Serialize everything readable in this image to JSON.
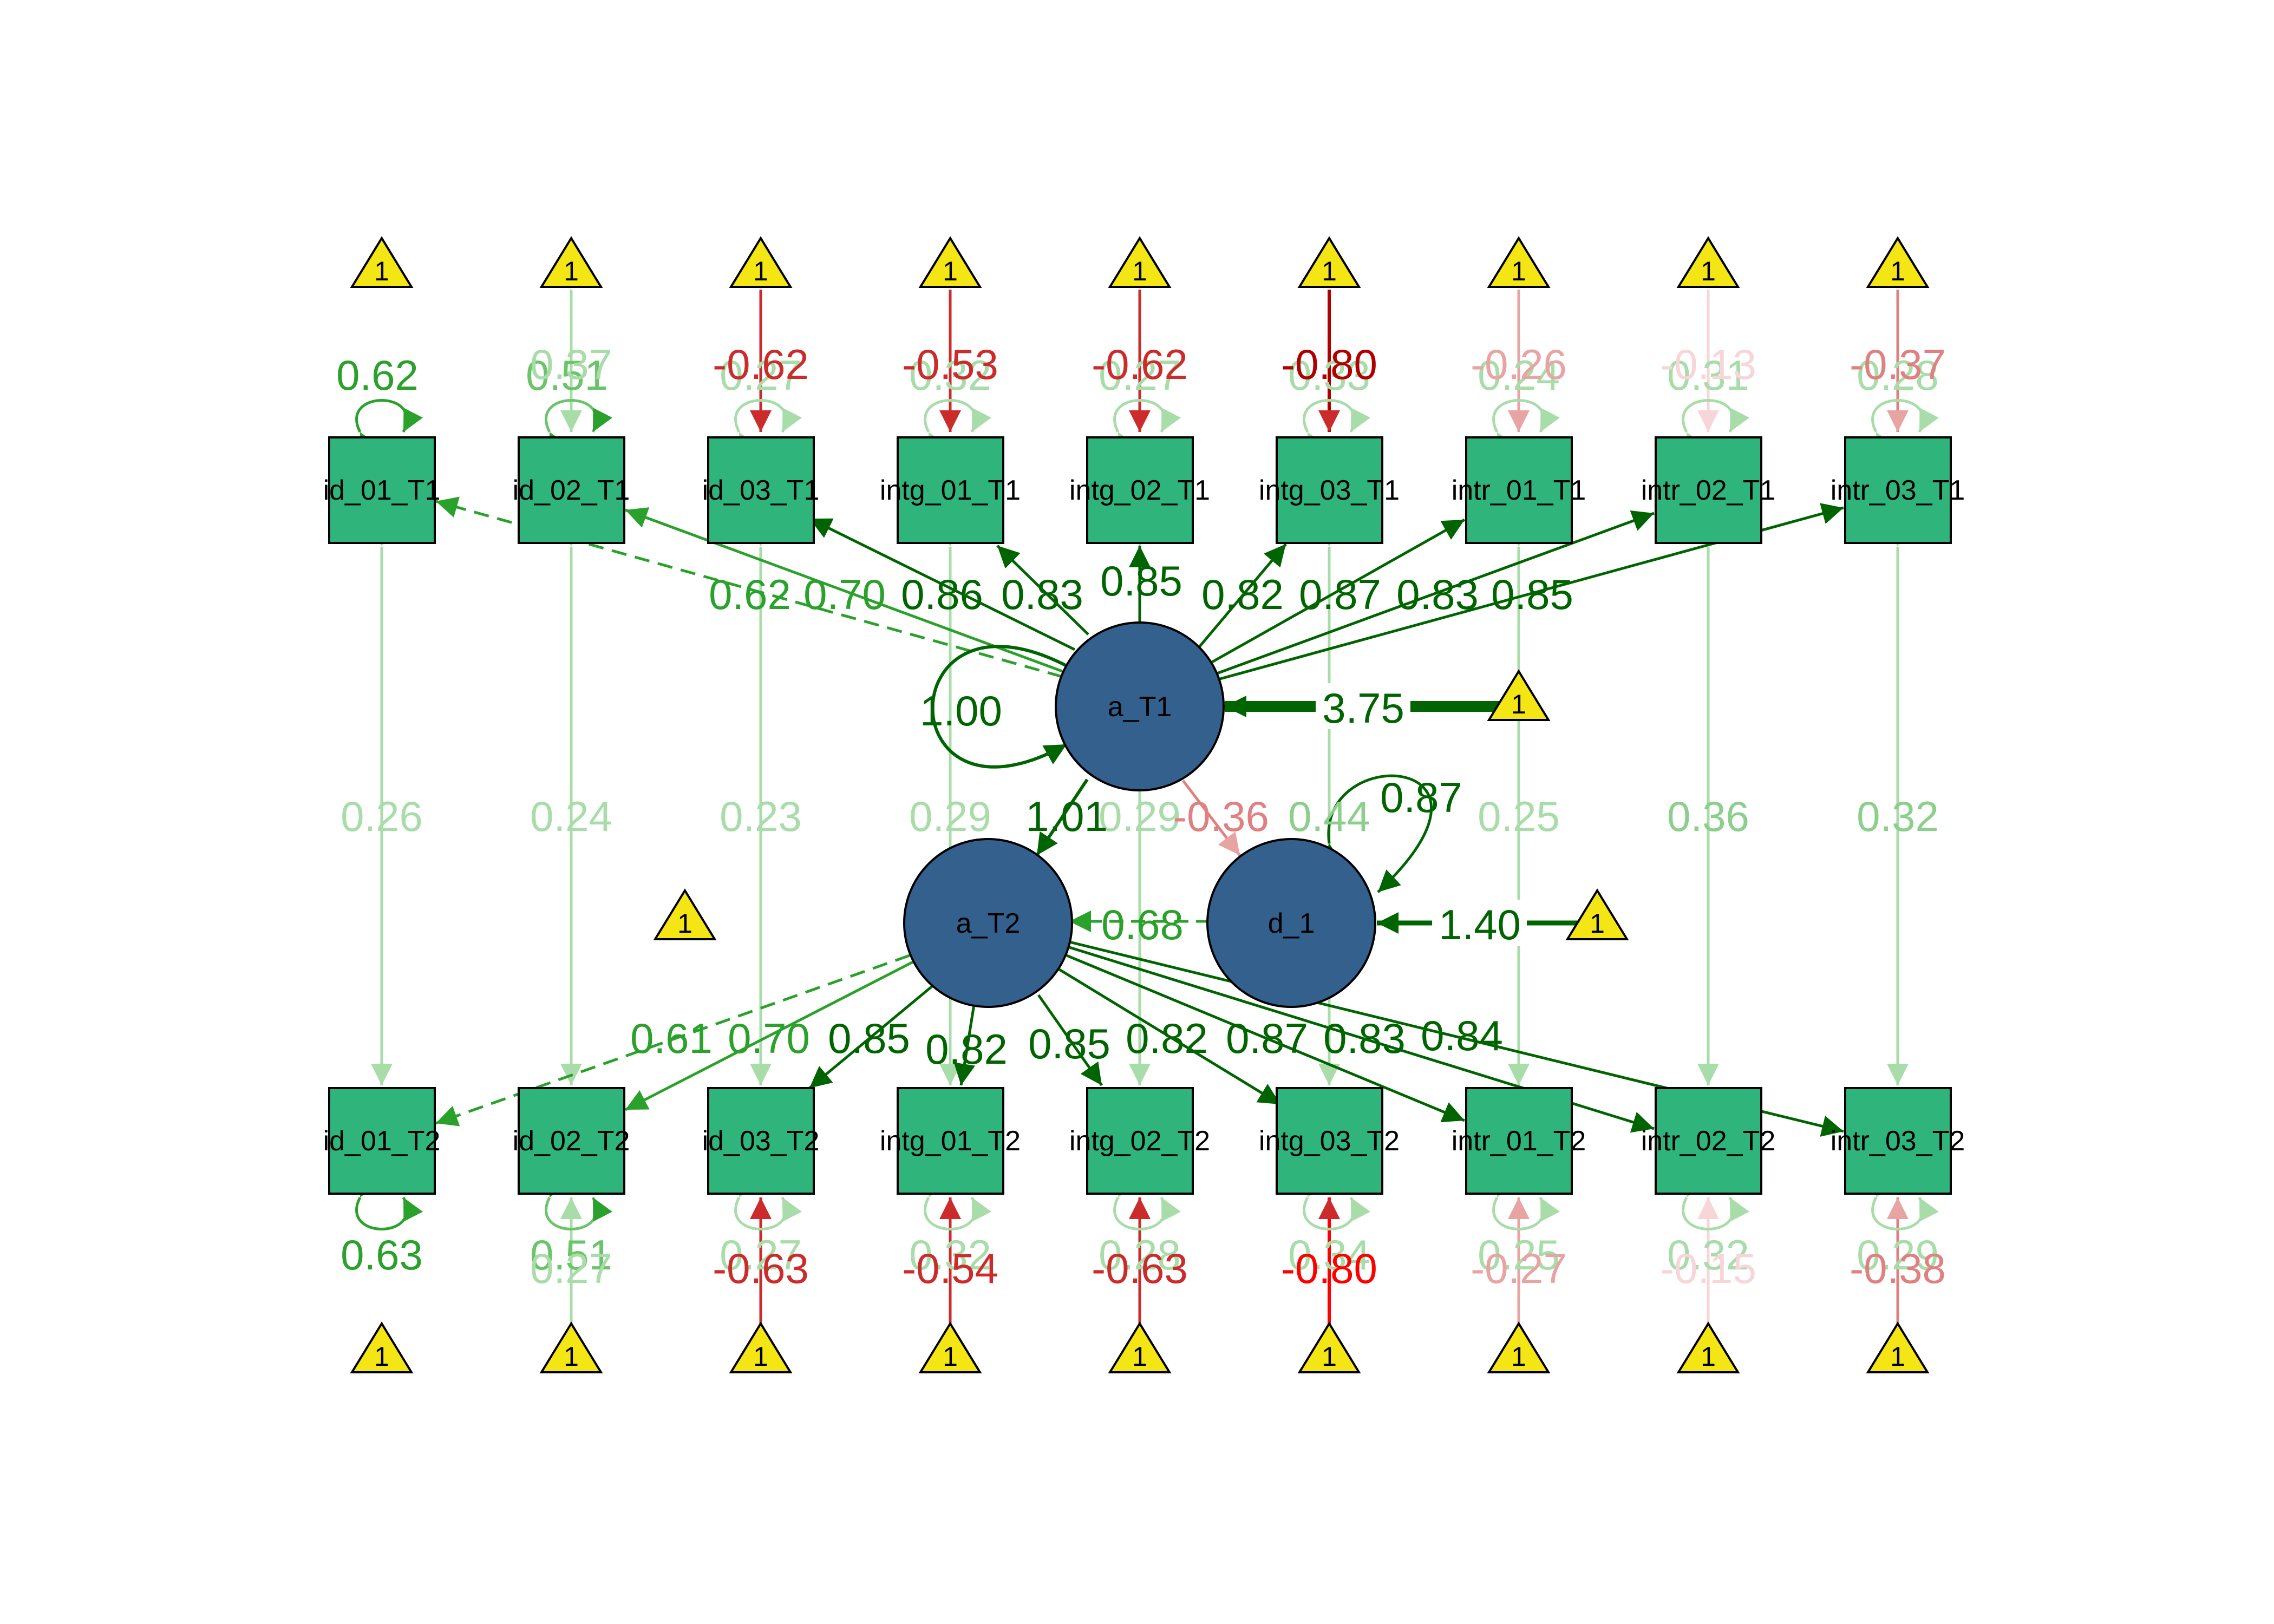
{
  "colors": {
    "manifest_fill": "#2fb47c",
    "latent_fill": "#33608c",
    "const_fill": "#f4e514",
    "strong_green": "#006400",
    "mid_green": "#2aa12a",
    "light_green": "#a8dca8",
    "red": "#cc2b2b",
    "light_red": "#e8a3a3",
    "pale_red": "#f7d5d8"
  },
  "nodes": {
    "manifest_t1": [
      "id_01_T1",
      "id_02_T1",
      "id_03_T1",
      "intg_01_T1",
      "intg_02_T1",
      "intg_03_T1",
      "intr_01_T1",
      "intr_02_T1",
      "intr_03_T1"
    ],
    "manifest_t2": [
      "id_01_T2",
      "id_02_T2",
      "id_03_T2",
      "intg_01_T2",
      "intg_02_T2",
      "intg_03_T2",
      "intr_01_T2",
      "intr_02_T2",
      "intr_03_T2"
    ],
    "latent": {
      "a_t1": "a_T1",
      "a_t2": "a_T2",
      "d1": "d_1"
    },
    "constant_label": "1"
  },
  "loadings_t1": [
    "0.62",
    "0.70",
    "0.86",
    "0.83",
    "0.85",
    "0.82",
    "0.87",
    "0.83",
    "0.85"
  ],
  "loadings_t2": [
    "0.61",
    "0.70",
    "0.85",
    "0.82",
    "0.85",
    "0.82",
    "0.87",
    "0.83",
    "0.84"
  ],
  "residual_vars_t1": [
    "0.62",
    "0.51",
    "0.27",
    "0.32",
    "0.27",
    "0.33",
    "0.24",
    "0.31",
    "0.28"
  ],
  "residual_vars_t2": [
    "0.63",
    "0.51",
    "0.27",
    "0.32",
    "0.28",
    "0.34",
    "0.25",
    "0.32",
    "0.29"
  ],
  "intercepts_t1": [
    "",
    "0.37",
    "-0.62",
    "-0.53",
    "-0.62",
    "-0.80",
    "-0.26",
    "-0.13",
    "-0.37"
  ],
  "intercepts_t2": [
    "",
    "0.27",
    "-0.63",
    "-0.54",
    "-0.63",
    "-0.80",
    "-0.27",
    "-0.15",
    "-0.38"
  ],
  "residual_covs": [
    "0.26",
    "0.24",
    "0.23",
    "0.29",
    "0.29",
    "0.44",
    "0.25",
    "0.36",
    "0.32"
  ],
  "structural": {
    "a_t1_variance": "1.00",
    "a_t1_mean": "3.75",
    "a_t1_to_a_t2": "1.01",
    "a_t1_to_d1": "-0.36",
    "d1_to_a_t2": "0.68",
    "d1_variance": "0.87",
    "d1_mean": "1.40"
  }
}
